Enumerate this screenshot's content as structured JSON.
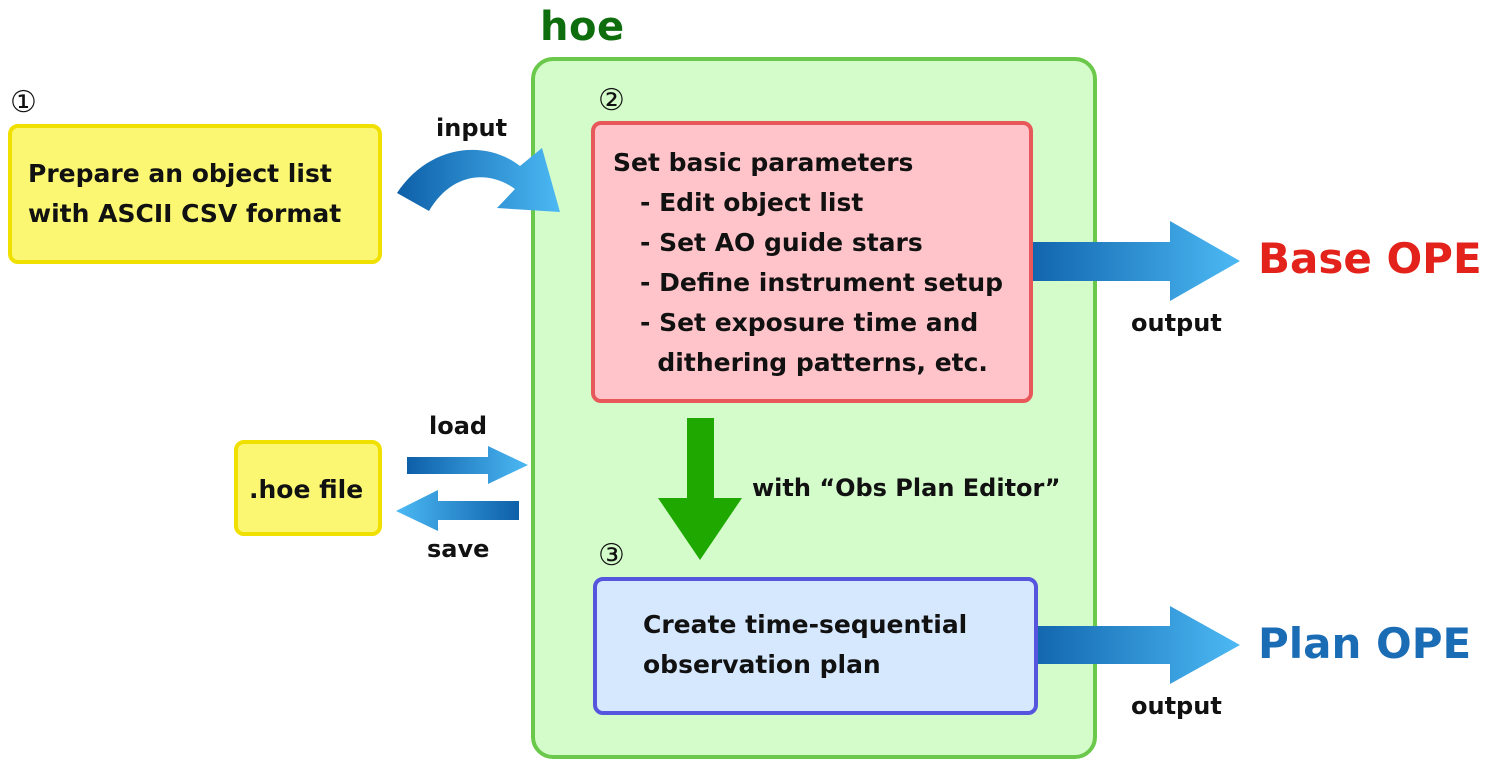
{
  "hoe": {
    "title": "hoe"
  },
  "steps": {
    "one": "①",
    "two": "②",
    "three": "③"
  },
  "prepare_box": {
    "lines": [
      "Prepare an object list",
      "with ASCII CSV format"
    ]
  },
  "params_box": {
    "title": "Set basic parameters",
    "items": [
      "- Edit object list",
      "- Set AO guide stars",
      "- Define instrument setup",
      "- Set exposure time and",
      "  dithering patterns, etc."
    ]
  },
  "plan_box": {
    "lines": [
      "Create time-sequential",
      "observation plan"
    ]
  },
  "file_box": {
    "label": ".hoe file"
  },
  "labels": {
    "input": "input",
    "load": "load",
    "save": "save",
    "editor": "with “Obs Plan Editor”",
    "output_base": "output",
    "output_plan": "output"
  },
  "outputs": {
    "base": "Base OPE",
    "plan": "Plan OPE"
  },
  "colors": {
    "container_fill": "#d4fcca",
    "container_border": "#6ac94a",
    "title_green": "#0e6e0e",
    "yellow_fill": "#fbf772",
    "yellow_border": "#f0e000",
    "pink_fill": "#ffc4c9",
    "pink_border": "#e8585a",
    "blue_fill": "#d6e8fd",
    "blue_border": "#5555dd",
    "base_ope": "#e3221b",
    "plan_ope": "#1a6db5",
    "green_arrow": "#1ea800",
    "arrow_dark": "#0d5fa8",
    "arrow_light": "#4cb9f4"
  }
}
